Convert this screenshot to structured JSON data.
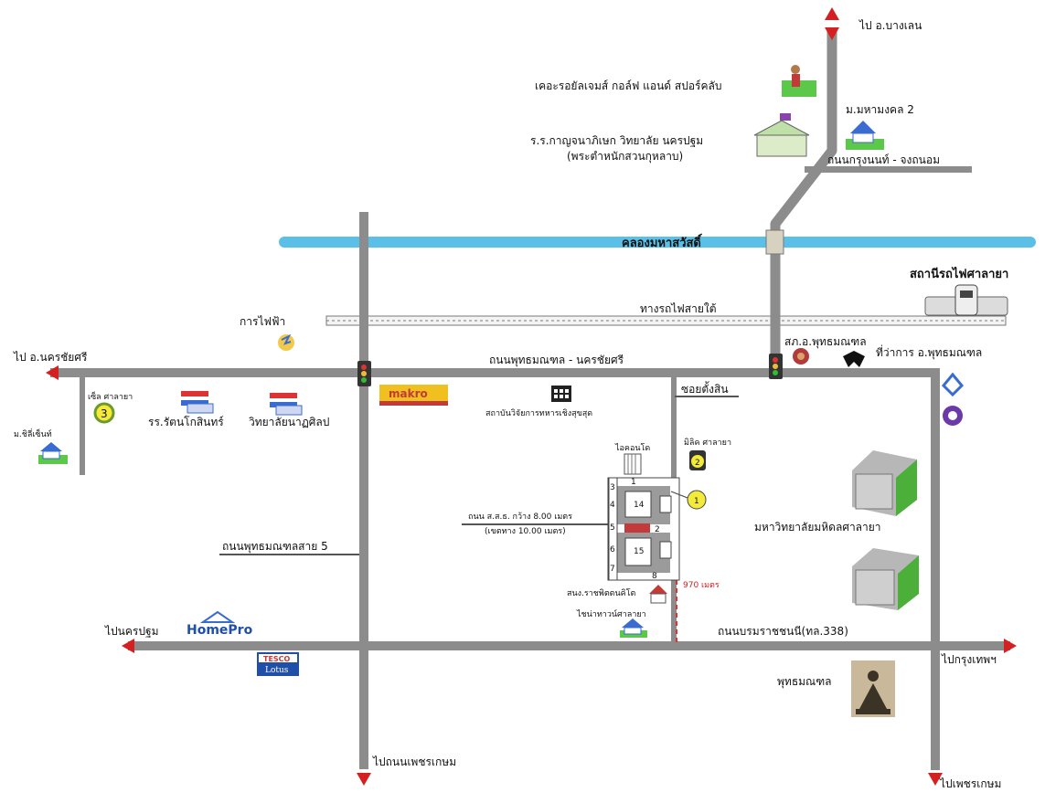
{
  "directions": {
    "top": "ไป อ.บางเลน",
    "left": "ไป อ.นครชัยศรี",
    "left_bottom": "ไปนครปฐม",
    "right_bottom": "ไปกรุงเทพฯ",
    "bottom_center": "ไปถนนเพชรเกษม",
    "bottom_right": "ไปเพชรเกษม"
  },
  "roads": {
    "canal": "คลองมหาสวัสดิ์",
    "railway": "ทางรถไฟสายใต้",
    "buddhamonthon_nakhonchaisi": "ถนนพุทธมณฑล - นครชัยศรี",
    "krung_nonthaburi": "ถนนกรุงนนท์ - จงถนอม",
    "soi": "ซอยตั้งสิน",
    "buddhamonthon_sai5": "ถนนพุทธมณฑลสาย 5",
    "borommaratchachonnani": "ถนนบรมราชชนนี(ทล.338)",
    "orsoro_line1": "ถนน ส.ส.ธ. กว้าง 8.00 เมตร",
    "orsoro_line2": "(เขตทาง 10.00 เมตร)",
    "distance": "970 เมตร"
  },
  "places": {
    "golf": "เคอะรอยัลเจมส์ กอล์ฟ แอนด์ สปอร์คลับ",
    "school_line1": "ร.ร.กาญจนาภิเษก วิทยาลัย นครปฐม",
    "school_line2": "(พระตำหนักสวนกุหลาบ)",
    "mahamongkol": "ม.มหามงคล 2",
    "station": "สถานีรถไฟศาลายา",
    "electric": "การไฟฟ้า",
    "police": "สภ.อ.พุทธมณฑล",
    "district_office": "ที่ว่าการ อ.พุทธมณฑล",
    "nakhonchaisi_village": "ม.ชิลี่เซ็นท์",
    "salaya3_label": "เซ็ล ศาลายา",
    "rattanakosin_school": "รร.รัตนโกสินทร์",
    "natasilp": "วิทยาลัยนาฏศิลป",
    "makro": "makro",
    "institute": "สถาบันวิจัยการทหารเชิงสุขสุด",
    "icon_condo": "ไอคอนโด",
    "salaya2_label": "มิลิค ศาลายา",
    "mahidol": "มหาวิทยาลัยมหิดลศาลายา",
    "homepro": "HomePro",
    "tesco_top": "TESCO",
    "tesco_bottom": "Lotus",
    "buddhamonthon": "พุทธมณฑล",
    "phutthamonthon_office": "สนง.ราชพิตตนคิโต",
    "village_bottom": "ไชน่าทาวน์ศาลายา"
  },
  "markers": {
    "m1": "1",
    "m2": "2",
    "m3": "3"
  },
  "plots": {
    "b14": "14",
    "b15": "15",
    "n1": "1",
    "n2": "2",
    "n3": "3",
    "n4": "4",
    "n5": "5",
    "n6": "6",
    "n7": "7",
    "n8": "8"
  },
  "colors": {
    "road": "#8c8c8c",
    "canal": "#5bc0e8",
    "arrow": "#d42020",
    "marker": "#f3ea3a",
    "dash": "#e03030"
  }
}
